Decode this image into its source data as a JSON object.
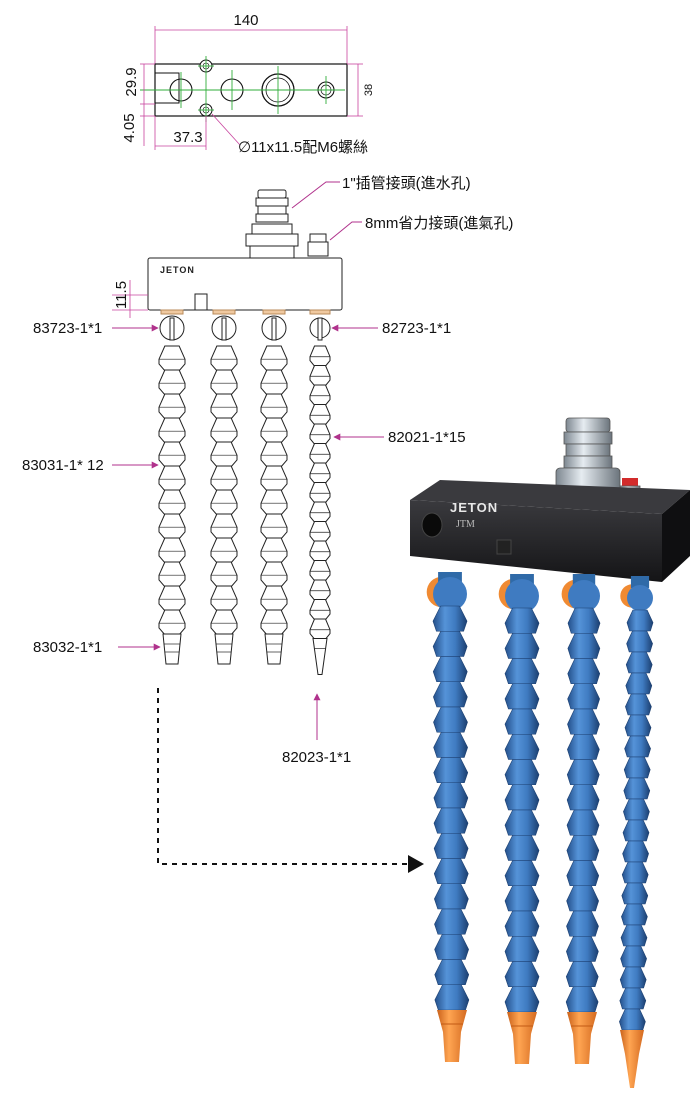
{
  "dimensions": {
    "width": "140",
    "height": "38",
    "offset_top": "29.9",
    "offset_bottom": "4.05",
    "hole_pos": "37.3",
    "hole_note": "∅11x11.5配M6螺絲",
    "block_height": "11.5"
  },
  "callouts": {
    "water_inlet": "1\"插管接頭(進水孔)",
    "air_inlet": "8mm省力接頭(進氣孔)",
    "valve_left": "83723-1*1",
    "valve_right": "82723-1*1",
    "hose_segments_left": "83031-1* 12",
    "hose_segments_right": "82021-1*15",
    "nozzle_left": "83032-1*1",
    "nozzle_right": "82023-1*1"
  },
  "brand": {
    "name": "JETON",
    "sub": "JTM"
  },
  "colors": {
    "hose_blue": "#3f7bc1",
    "nozzle_orange": "#f08a32",
    "block_black": "#1b1b1d",
    "callout_line": "#b0328c",
    "dim_line": "#c9449f",
    "center_line": "#2fae3a"
  }
}
